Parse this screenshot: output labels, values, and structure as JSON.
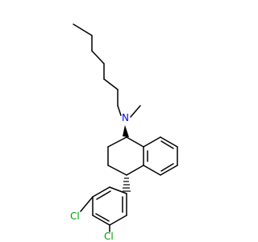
{
  "molecule": {
    "atoms": {
      "nitrogen": {
        "symbol": "N",
        "color": "#0000ff"
      },
      "chlorine_top": {
        "symbol": "Cl",
        "color": "#00a000"
      },
      "chlorine_bottom": {
        "symbol": "Cl",
        "color": "#00a000"
      }
    },
    "bond_color": "#000000",
    "background": "#ffffff"
  }
}
